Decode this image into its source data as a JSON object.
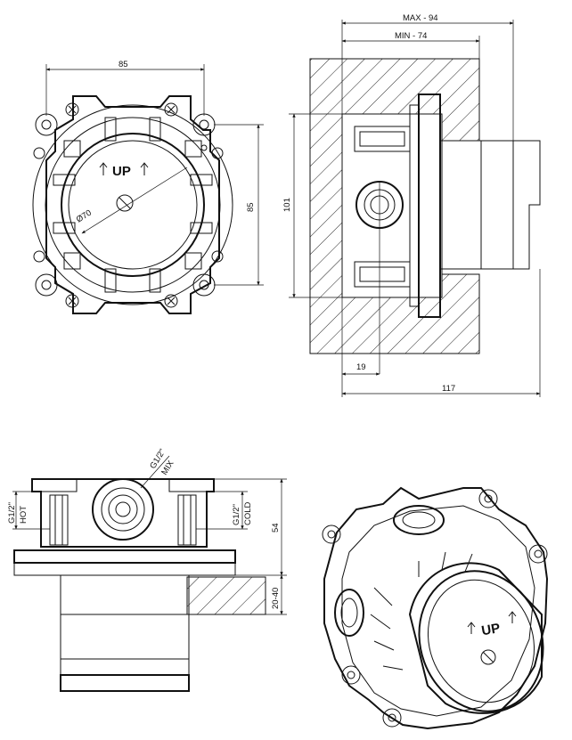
{
  "front_view": {
    "dim_width": "85",
    "dim_height": "85",
    "diameter": "Ø70",
    "up_label": "UP"
  },
  "side_section": {
    "dim_max": "MAX - 94",
    "dim_min": "MIN - 74",
    "dim_height": "101",
    "dim_offset": "19",
    "dim_total": "117"
  },
  "lower_view": {
    "mix_size": "G1/2\"",
    "mix_label": "MIX",
    "hot_size": "G1/2\"",
    "hot_label": "HOT",
    "cold_size": "G1/2\"",
    "cold_label": "COLD",
    "dim_height": "54",
    "dim_wall": "20-40"
  },
  "iso_view": {
    "up_label": "UP"
  }
}
